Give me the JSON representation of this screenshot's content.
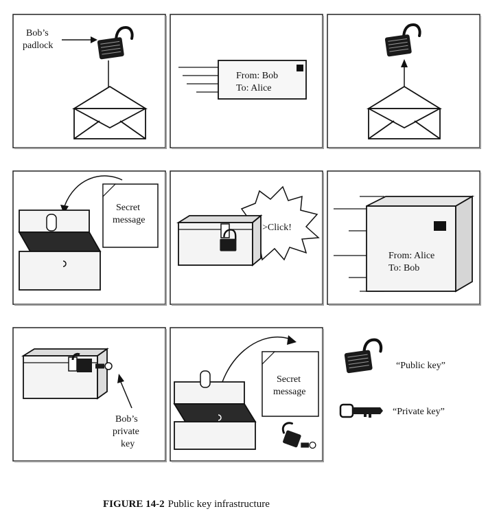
{
  "labels": {
    "bobs_padlock": [
      "Bob’s",
      "padlock"
    ],
    "envelope1_from": "From: Bob",
    "envelope1_to": "To: Alice",
    "secret_message_1": [
      "Secret",
      "message"
    ],
    "click": ">Click!",
    "box_from": "From: Alice",
    "box_to": "To: Bob",
    "bobs_private_key": [
      "Bob’s",
      "private",
      "key"
    ],
    "secret_message_2": [
      "Secret",
      "message"
    ]
  },
  "legend": {
    "public_key": "“Public key”",
    "private_key": "“Private key”"
  },
  "caption": {
    "figure_number": "FIGURE 14-2",
    "title": "Public key infrastructure"
  },
  "colors": {
    "ink": "#111111",
    "panel_border": "#222222",
    "panel_shadow": "#9a9a9a",
    "box_face": "#f4f4f4",
    "box_shade": "#dcdcdc",
    "stamp": "#111111"
  }
}
